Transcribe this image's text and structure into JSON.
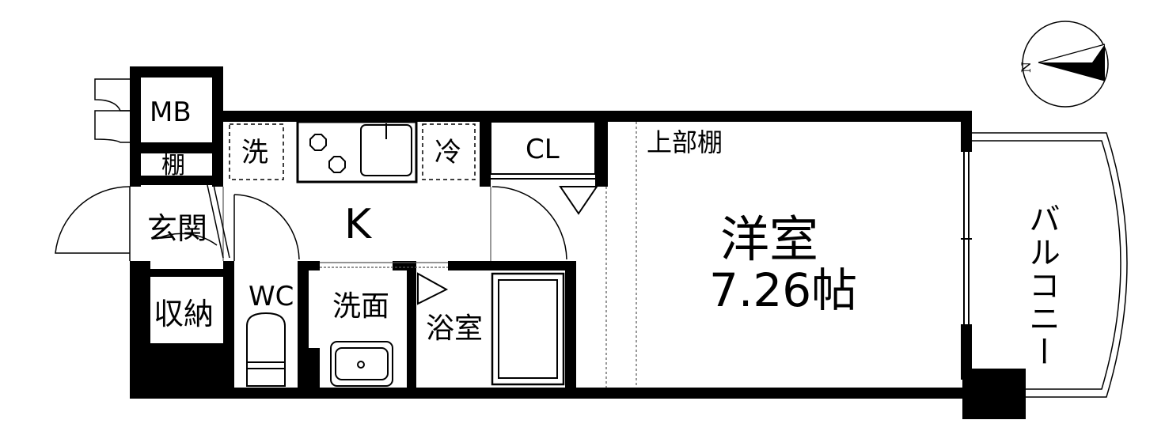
{
  "rooms": {
    "mb": "MB",
    "shelf": "棚",
    "entrance": "玄関",
    "storage": "収納",
    "washer": "洗",
    "fridge": "冷",
    "kitchen": "K",
    "closet": "CL",
    "upper_shelf": "上部棚",
    "wc": "WC",
    "washroom": "洗面",
    "bathroom": "浴室",
    "western_room": "洋室",
    "western_room_size": "7.26帖",
    "balcony": "バルコニー"
  },
  "compass": {
    "north_label": "N"
  },
  "colors": {
    "wall": "#000000",
    "background": "#ffffff",
    "fixture_line": "#555555"
  }
}
